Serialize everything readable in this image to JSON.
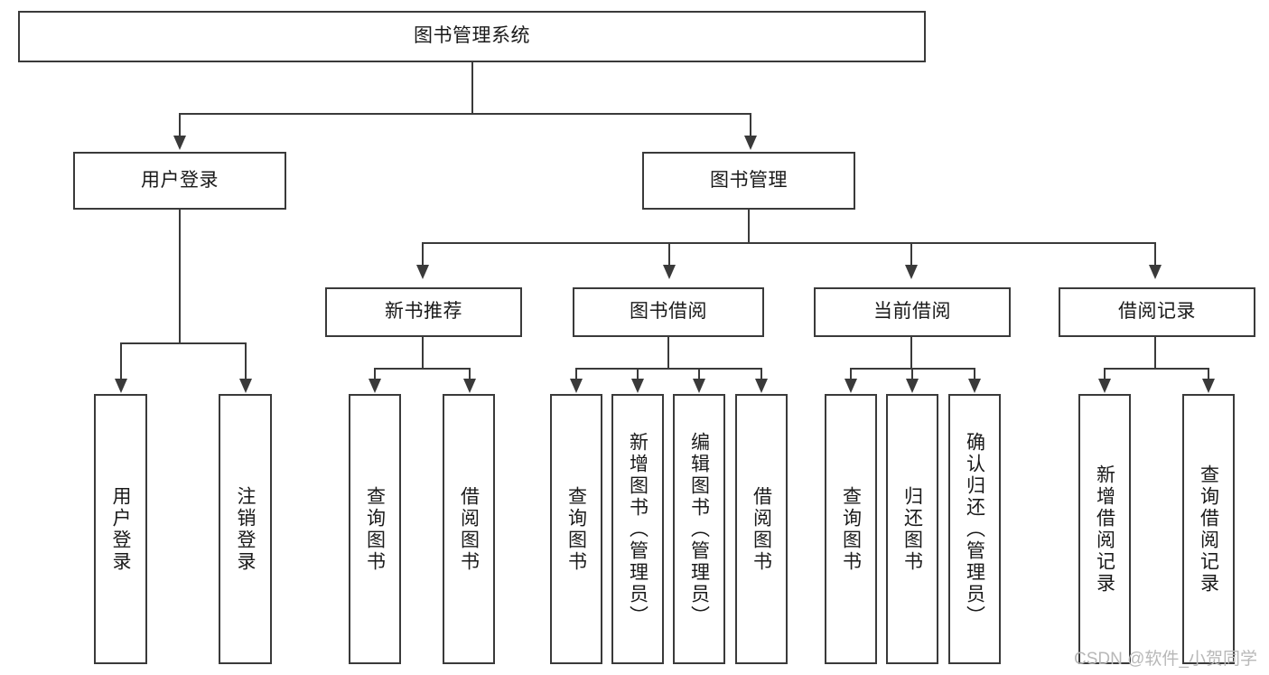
{
  "diagram": {
    "title": "图书管理系统",
    "type": "tree-hierarchy-diagram",
    "root": {
      "label": "图书管理系统"
    },
    "level2": [
      {
        "label": "用户登录"
      },
      {
        "label": "图书管理"
      }
    ],
    "level3": [
      {
        "label": "新书推荐"
      },
      {
        "label": "图书借阅"
      },
      {
        "label": "当前借阅"
      },
      {
        "label": "借阅记录"
      }
    ],
    "leaves": {
      "user_login": [
        {
          "label": "用户登录"
        },
        {
          "label": "注销登录"
        }
      ],
      "new_book_recommend": [
        {
          "label": "查询图书"
        },
        {
          "label": "借阅图书"
        }
      ],
      "book_borrow": [
        {
          "label": "查询图书"
        },
        {
          "label": "新增图书（管理员）"
        },
        {
          "label": "编辑图书（管理员）"
        },
        {
          "label": "借阅图书"
        }
      ],
      "current_borrow": [
        {
          "label": "查询图书"
        },
        {
          "label": "归还图书"
        },
        {
          "label": "确认归还（管理员）"
        }
      ],
      "borrow_record": [
        {
          "label": "新增借阅记录"
        },
        {
          "label": "查询借阅记录"
        }
      ]
    }
  },
  "watermark": {
    "text": "CSDN @软件_小贺同学"
  },
  "colors": {
    "stroke": "#3a3a3a",
    "fill": "#ffffff",
    "text": "#1a1a1a",
    "watermark": "#b8b8b8"
  }
}
